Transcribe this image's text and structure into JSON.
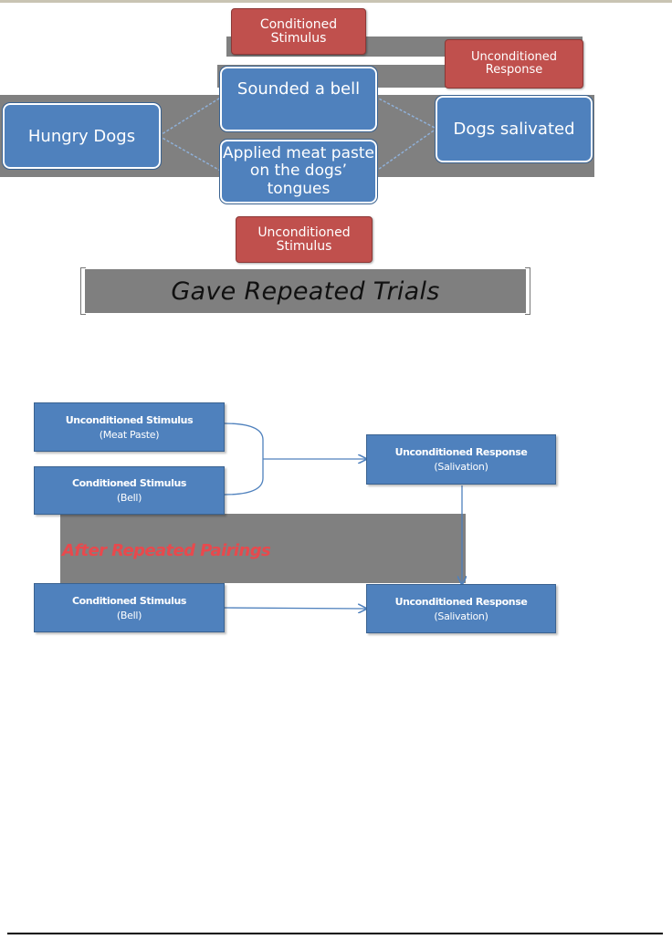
{
  "diagram1": {
    "nodes": {
      "hungry_dogs": "Hungry Dogs",
      "sounded_bell": "Sounded a bell",
      "applied_meat": "Applied meat paste on the dogs’ tongues",
      "dogs_salivated": "Dogs salivated"
    },
    "labels": {
      "conditioned_stimulus": "Conditioned Stimulus",
      "unconditioned_response": "Unconditioned Response",
      "unconditioned_stimulus": "Unconditioned Stimulus"
    },
    "banner": "Gave Repeated Trials"
  },
  "diagram2": {
    "us_meat": {
      "title": "Unconditioned Stimulus",
      "sub": "(Meat Paste)"
    },
    "cs_bell": {
      "title": "Conditioned Stimulus",
      "sub": "(Bell)"
    },
    "ur_salivation": {
      "title": "Unconditioned Response",
      "sub": "(Salivation)"
    },
    "cs_bell_after": {
      "title": "Conditioned Stimulus",
      "sub": "(Bell)"
    },
    "ur_salivation_after": {
      "title": "Unconditioned Response",
      "sub": "(Salivation)"
    },
    "after_label": "After Repeated Pairings"
  },
  "colors": {
    "box_blue": "#4f81bd",
    "label_red": "#c0504d",
    "panel_gray": "#808080"
  }
}
